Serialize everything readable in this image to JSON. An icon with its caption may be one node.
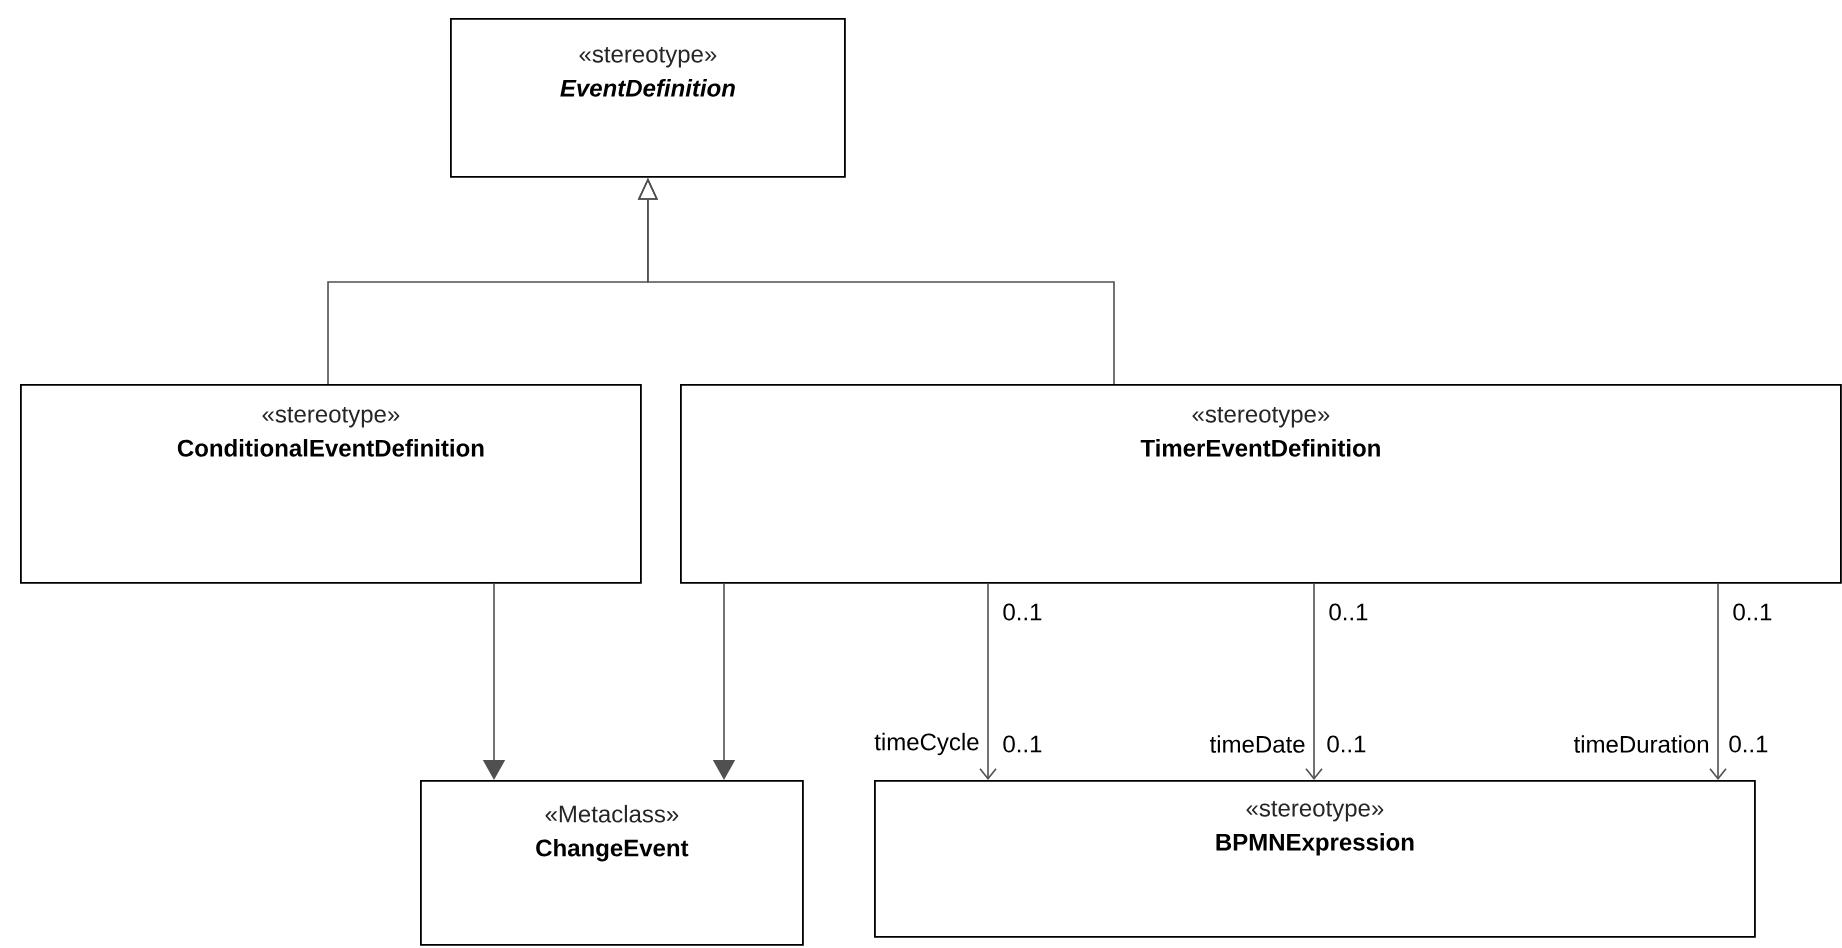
{
  "diagram": {
    "nodes": [
      {
        "text": [
          "«stereotype»",
          "EventDefinition"
        ]
      },
      {
        "text": [
          "«stereotype»",
          "ConditionalEventDefinition"
        ]
      },
      {
        "text": [
          "«stereotype»",
          "TimerEventDefinition"
        ]
      },
      {
        "text": [
          "«Metaclass»",
          "ChangeEvent"
        ]
      },
      {
        "text": [
          "«stereotype»",
          "BPMNExpression"
        ]
      }
    ],
    "edges": [
      {
        "from": 1,
        "to": 0,
        "arrow": "to"
      },
      {
        "from": 2,
        "to": 0,
        "arrow": "to"
      },
      {
        "from": 1,
        "to": 3,
        "arrow": "to"
      },
      {
        "from": 2,
        "to": 3,
        "arrow": "to"
      },
      {
        "from": 2,
        "to": 4,
        "arrow": "to",
        "label": "timeCycle"
      },
      {
        "from": 2,
        "to": 4,
        "arrow": "to",
        "label": "timeDate"
      },
      {
        "from": 2,
        "to": 4,
        "arrow": "to",
        "label": "timeDuration"
      }
    ],
    "labels": [
      "0..1",
      "0..1",
      "0..1",
      "0..1",
      "0..1",
      "0..1"
    ]
  }
}
